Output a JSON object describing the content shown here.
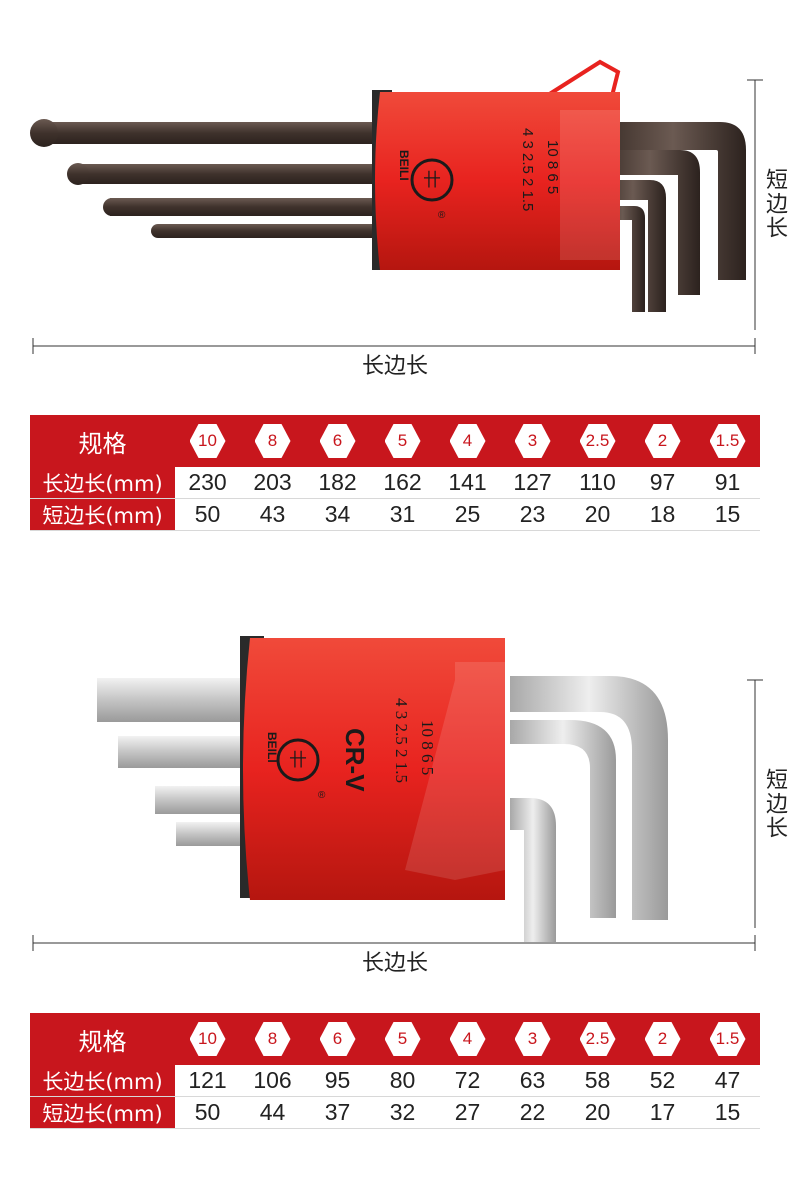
{
  "set1": {
    "brand": "BEILI",
    "sizes_front": "4  3  2.5  2  1.5",
    "sizes_back": "10  8  6  5",
    "short_label": "短边长",
    "long_label": "长边长",
    "table": {
      "header_label": "规格",
      "sizes": [
        "10",
        "8",
        "6",
        "5",
        "4",
        "3",
        "2.5",
        "2",
        "1.5"
      ],
      "rows": [
        {
          "label": "长边长(mm)",
          "values": [
            "230",
            "203",
            "182",
            "162",
            "141",
            "127",
            "110",
            "97",
            "91"
          ]
        },
        {
          "label": "短边长(mm)",
          "values": [
            "50",
            "43",
            "34",
            "31",
            "25",
            "23",
            "20",
            "18",
            "15"
          ]
        }
      ]
    }
  },
  "set2": {
    "brand": "BEILI",
    "material": "CR-V",
    "short_label": "短边长",
    "long_label": "长边长",
    "table": {
      "header_label": "规格",
      "sizes": [
        "10",
        "8",
        "6",
        "5",
        "4",
        "3",
        "2.5",
        "2",
        "1.5"
      ],
      "rows": [
        {
          "label": "长边长(mm)",
          "values": [
            "121",
            "106",
            "95",
            "80",
            "72",
            "63",
            "58",
            "52",
            "47"
          ]
        },
        {
          "label": "短边长(mm)",
          "values": [
            "50",
            "44",
            "37",
            "32",
            "27",
            "22",
            "20",
            "17",
            "15"
          ]
        }
      ]
    }
  },
  "colors": {
    "brand_red": "#c8161d",
    "holder_red": "#e8231f",
    "dark_steel": "#4a3a33",
    "light_steel": "#c9c9c9"
  }
}
